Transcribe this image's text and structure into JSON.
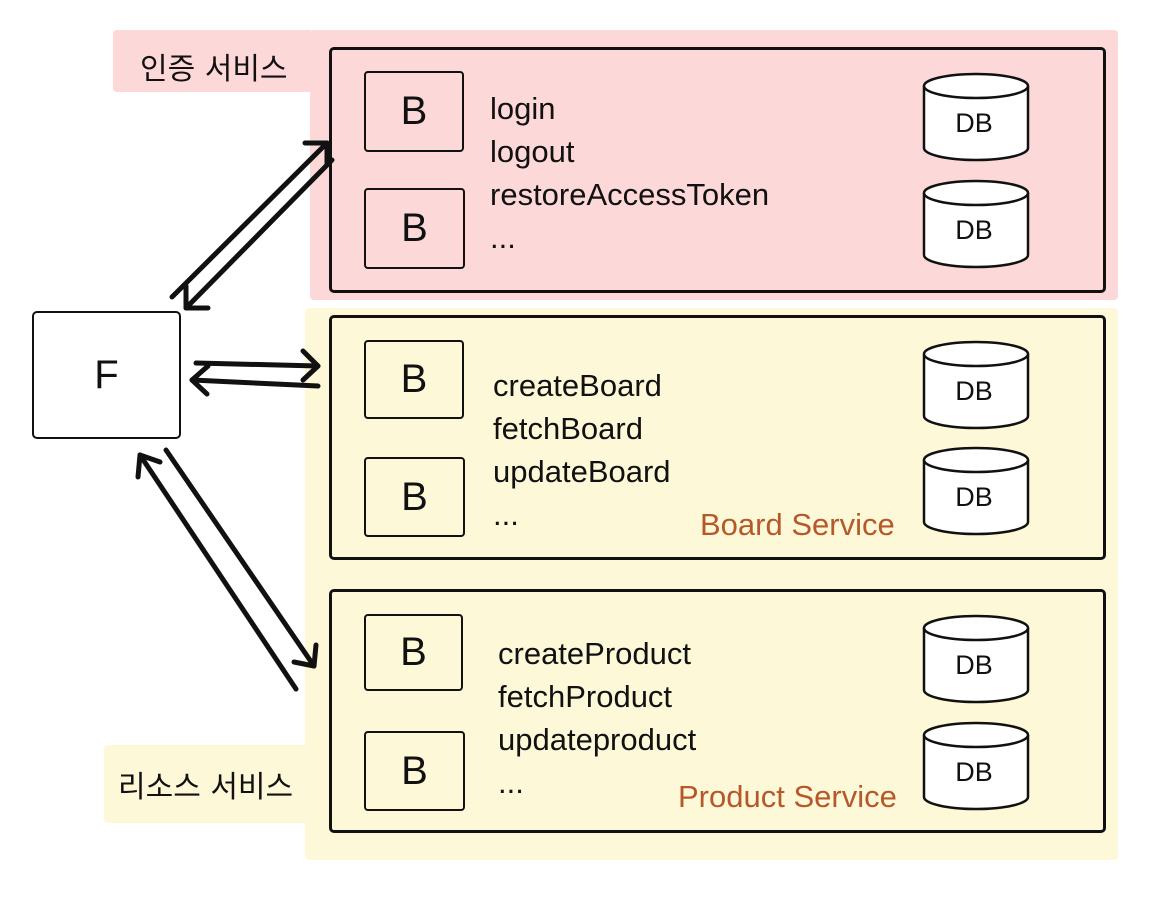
{
  "auth_zone": {
    "label": "인증 서비스",
    "backend_labels": [
      "B",
      "B"
    ],
    "functions": [
      "login",
      "logout",
      "restoreAccessToken",
      "..."
    ],
    "db_labels": [
      "DB",
      "DB"
    ],
    "color": "#fdd8d8"
  },
  "resource_zone": {
    "label": "리소스 서비스",
    "color": "#fdf8d8",
    "board_service": {
      "name": "Board Service",
      "backend_labels": [
        "B",
        "B"
      ],
      "functions": [
        "createBoard",
        "fetchBoard",
        "updateBoard",
        "..."
      ],
      "db_labels": [
        "DB",
        "DB"
      ]
    },
    "product_service": {
      "name": "Product Service",
      "backend_labels": [
        "B",
        "B"
      ],
      "functions": [
        "createProduct",
        "fetchProduct",
        "updateproduct",
        "..."
      ],
      "db_labels": [
        "DB",
        "DB"
      ]
    }
  },
  "frontend": {
    "label": "F"
  },
  "accent_color": "#b5582a"
}
